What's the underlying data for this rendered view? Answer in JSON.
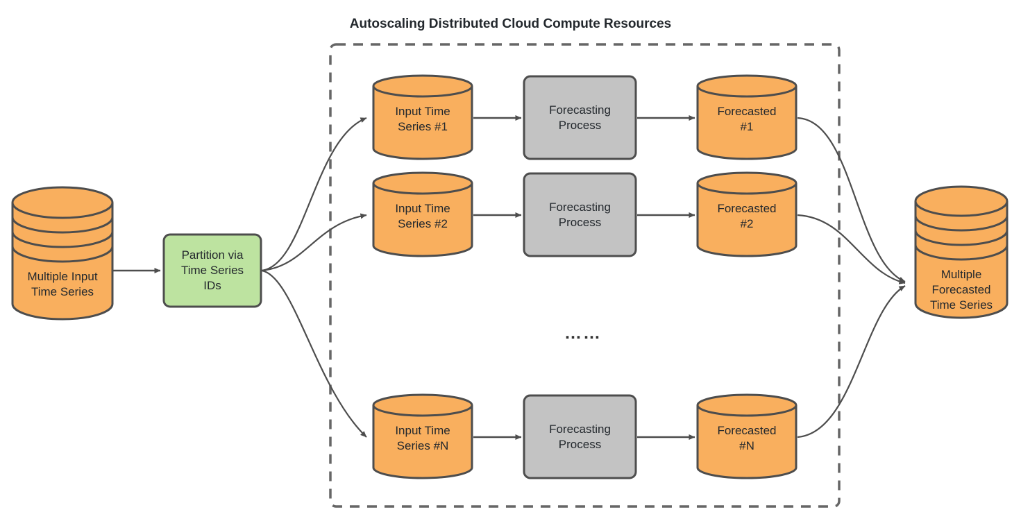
{
  "diagram": {
    "title": "Autoscaling Distributed Cloud Compute Resources",
    "ellipsis": "……",
    "colors": {
      "cylinder_fill": "#f9af5e",
      "cylinder_stroke": "#4d4d4d",
      "process_fill": "#c3c3c3",
      "process_stroke": "#4d4d4d",
      "partition_fill": "#bde3a0",
      "partition_stroke": "#4d4d4d",
      "edge": "#4d4d4d",
      "boundary_dash": "#666666",
      "text": "#23282d"
    },
    "boundary_label": "Autoscaling Distributed Cloud Compute Resources",
    "input_store": {
      "label": "Multiple Input\nTime Series",
      "shape": "stacked-cylinder"
    },
    "partition": {
      "label": "Partition via\nTime Series\nIDs",
      "shape": "rounded-rect"
    },
    "output_store": {
      "label": "Multiple\nForecasted\nTime Series",
      "shape": "stacked-cylinder"
    },
    "rows": [
      {
        "input": "Input Time\nSeries #1",
        "process": "Forecasting\nProcess",
        "output": "Forecasted\n#1"
      },
      {
        "input": "Input Time\nSeries #2",
        "process": "Forecasting\nProcess",
        "output": "Forecasted\n#2"
      },
      {
        "input": "Input Time\nSeries #N",
        "process": "Forecasting\nProcess",
        "output": "Forecasted\n#N"
      }
    ]
  }
}
